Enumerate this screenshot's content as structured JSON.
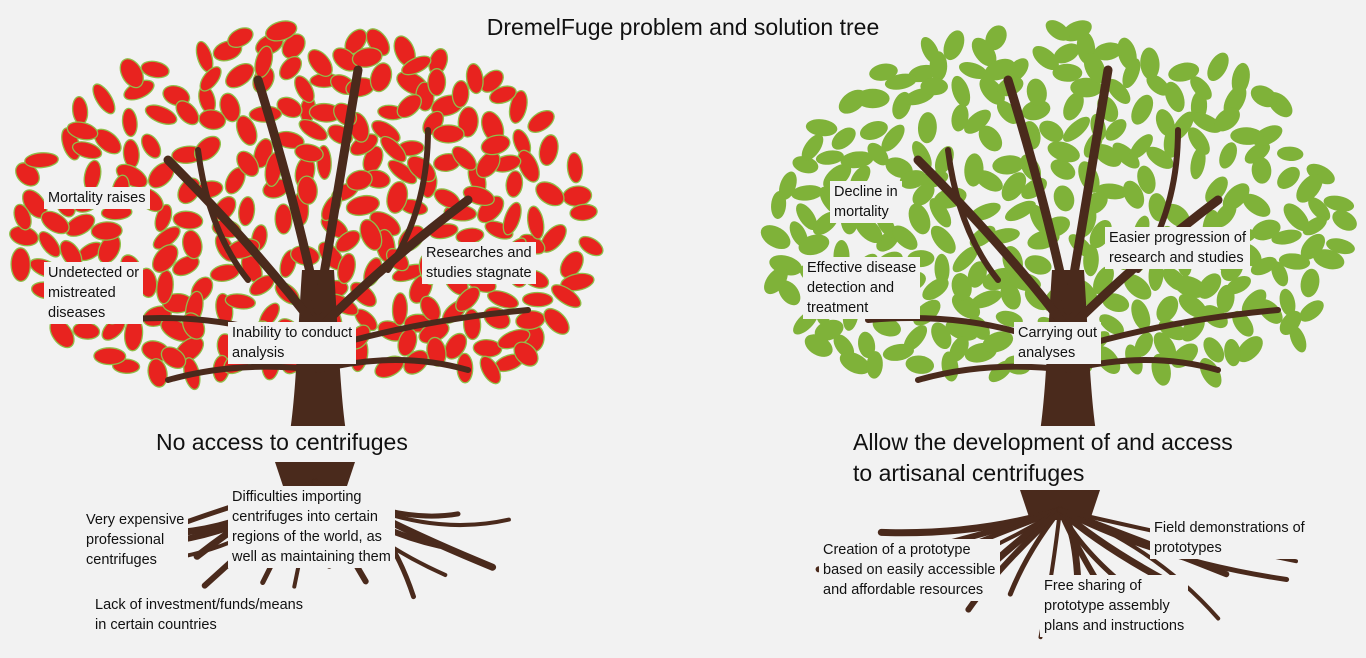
{
  "title": "DremelFuge problem and solution tree",
  "colors": {
    "background": "#f2f2f2",
    "trunk": "#4a2a1c",
    "problem_leaf": "#e8231f",
    "problem_leaf_edge": "#8fbf4a",
    "solution_leaf": "#7fb239"
  },
  "problem_tree": {
    "core": "No access to centrifuges",
    "effects": [
      "Mortality raises",
      "Undetected or\nmistreated\ndiseases",
      "Researches and\nstudies stagnate",
      "Inability to conduct\nanalysis"
    ],
    "causes": [
      "Very expensive\nprofessional\ncentrifuges",
      "Difficulties importing\ncentrifuges into certain\nregions of the world, as\nwell as maintaining them",
      "Lack of investment/funds/means\nin certain countries"
    ]
  },
  "solution_tree": {
    "core": "Allow the development of and access\nto artisanal centrifuges",
    "effects": [
      "Decline in\nmortality",
      "Effective disease\ndetection and\ntreatment",
      "Easier progression of\nresearch and studies",
      "Carrying out\nanalyses"
    ],
    "causes": [
      "Creation of a prototype\nbased on easily accessible\nand affordable resources",
      "Field demonstrations of\nprototypes",
      "Free sharing of\nprototype assembly\nplans and instructions"
    ]
  }
}
